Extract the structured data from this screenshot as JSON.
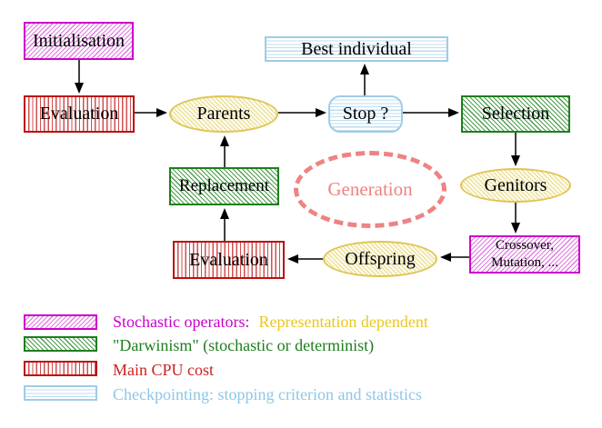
{
  "diagram": {
    "nodes": {
      "initialisation": {
        "label": "Initialisation"
      },
      "evaluation_top": {
        "label": "Evaluation"
      },
      "parents": {
        "label": "Parents"
      },
      "stop": {
        "label": "Stop ?"
      },
      "selection": {
        "label": "Selection"
      },
      "best_individual": {
        "label": "Best individual"
      },
      "replacement": {
        "label": "Replacement"
      },
      "generation": {
        "label": "Generation"
      },
      "genitors": {
        "label": "Genitors"
      },
      "evaluation_bottom": {
        "label": "Evaluation"
      },
      "offspring": {
        "label": "Offspring"
      },
      "crossover_mutation": {
        "label_line1": "Crossover,",
        "label_line2": "Mutation, ..."
      }
    },
    "legend": [
      {
        "label": "Stochastic operators:",
        "label_secondary": "Representation dependent",
        "swatch": "stochastic-operators-magenta-hatch"
      },
      {
        "label": "\"Darwinism\" (stochastic or determinist)",
        "swatch": "darwinism-green-hatch"
      },
      {
        "label": "Main CPU cost",
        "swatch": "cpu-red-vertical-lines"
      },
      {
        "label": "Checkpointing: stopping criterion and statistics",
        "swatch": "checkpointing-blue-horizontal-lines"
      }
    ],
    "colors": {
      "stochastic_magenta": "#cc00cc",
      "darwinism_green": "#1e7e1e",
      "cpu_red": "#bb1111",
      "checkpointing_blue": "#a0cce4",
      "population_yellow_border": "#e0c455",
      "legend_yellow_text": "#e8c820",
      "generation_salmon": "#ee8383",
      "arrow_black": "#000000"
    }
  }
}
